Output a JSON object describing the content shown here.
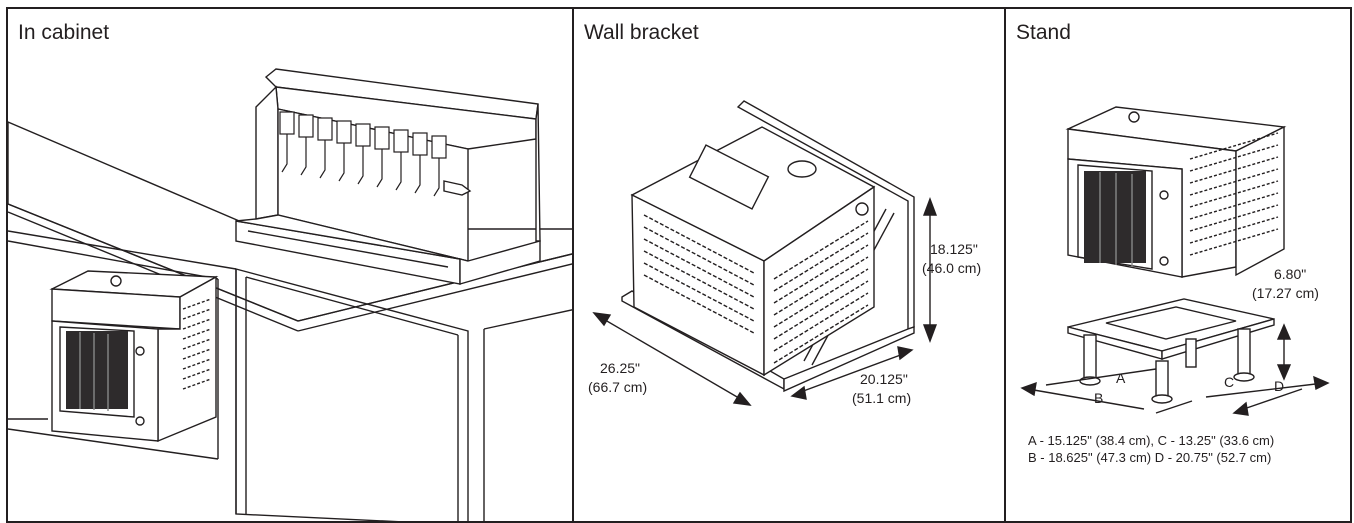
{
  "panels": {
    "cabinet": {
      "title": "In cabinet"
    },
    "wall": {
      "title": "Wall bracket",
      "dim_height": [
        "18.125\"",
        "(46.0 cm)"
      ],
      "dim_width": [
        "26.25\"",
        "(66.7 cm)"
      ],
      "dim_depth": [
        "20.125\"",
        "(51.1 cm)"
      ]
    },
    "stand": {
      "title": "Stand",
      "dim_height": [
        "6.80\"",
        "(17.27 cm)"
      ],
      "letters": {
        "a": "A",
        "b": "B",
        "c": "C",
        "d": "D"
      },
      "legend_line1": "A - 15.125\" (38.4 cm),  C - 13.25\" (33.6 cm)",
      "legend_line2": "B - 18.625\" (47.3 cm)  D - 20.75\" (52.7 cm)"
    }
  },
  "colors": {
    "line": "#231f20",
    "background": "#ffffff"
  }
}
